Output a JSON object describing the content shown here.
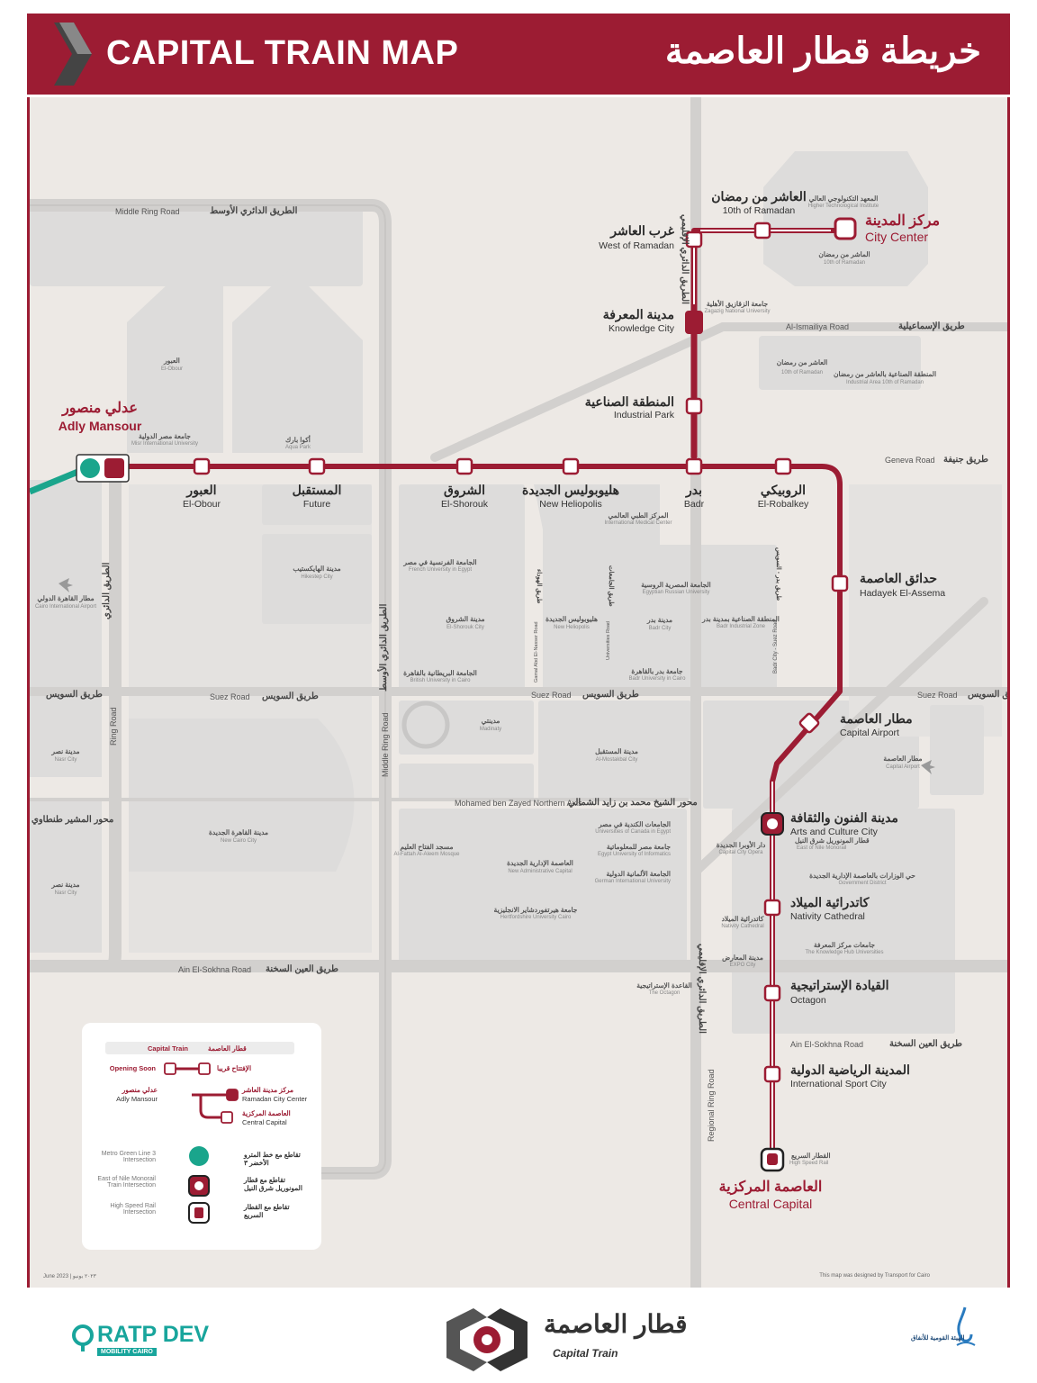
{
  "header": {
    "title_en": "CAPITAL TRAIN MAP",
    "title_ar": "خريطة قطار العاصمة"
  },
  "colors": {
    "brand": "#9c1c33",
    "metro_green": "#1aa58c",
    "road": "#d2d0ce",
    "block": "#dddcdb",
    "bg": "#ede9e5"
  },
  "stations": {
    "adly_mansour": {
      "ar": "عدلي منصور",
      "en": "Adly Mansour"
    },
    "obour": {
      "ar": "العبور",
      "en": "El-Obour"
    },
    "future": {
      "ar": "المستقبل",
      "en": "Future"
    },
    "shorouk": {
      "ar": "الشروق",
      "en": "El-Shorouk"
    },
    "new_heliopolis": {
      "ar": "هليوبوليس الجديدة",
      "en": "New Heliopolis"
    },
    "badr": {
      "ar": "بدر",
      "en": "Badr"
    },
    "robalkey": {
      "ar": "الروبيكي",
      "en": "El-Robalkey"
    },
    "hadayek": {
      "ar": "حدائق العاصمة",
      "en": "Hadayek El-Assema"
    },
    "airport": {
      "ar": "مطار العاصمة",
      "en": "Capital Airport"
    },
    "arts": {
      "ar": "مدينة الفنون والثقافة",
      "en": "Arts and Culture City"
    },
    "nativity": {
      "ar": "كاتدرائية الميلاد",
      "en": "Nativity Cathedral"
    },
    "octagon": {
      "ar": "القيادة الإستراتيجية",
      "en": "Octagon"
    },
    "sport": {
      "ar": "المدينة الرياضية الدولية",
      "en": "International Sport City"
    },
    "central": {
      "ar": "العاصمة المركزية",
      "en": "Central Capital"
    },
    "industrial": {
      "ar": "المنطقة الصناعية",
      "en": "Industrial Park"
    },
    "knowledge": {
      "ar": "مدينة المعرفة",
      "en": "Knowledge City"
    },
    "west_ramadan": {
      "ar": "غرب العاشر",
      "en": "West of Ramadan"
    },
    "tenth_ramadan": {
      "ar": "العاشر من رمضان",
      "en": "10th of Ramadan"
    },
    "city_center": {
      "ar": "مركز المدينة",
      "en": "City Center"
    }
  },
  "roads": {
    "middle_ring_en": "Middle Ring Road",
    "middle_ring_ar": "الطريق الدائري الأوسط",
    "middle_ring_v_en": "Middle Ring Road",
    "middle_ring_v_ar": "الطريق الدائري الأوسط",
    "ring_en": "Ring Road",
    "ring_ar": "الطريق الدائري",
    "regional_ring_en": "Regional Ring Road",
    "regional_ring_ar": "الطريق الدائري الإقليمي",
    "ismailiya_en": "Al-Ismailiya Road",
    "ismailiya_ar": "طريق الإسماعيلية",
    "geneva_en": "Geneva Road",
    "geneva_ar": "طريق جنيفة",
    "suez_en": "Suez Road",
    "suez_ar": "طريق السويس",
    "mbz_en": "Mohamed ben Zayed Northern Axis",
    "mbz_ar": "محور الشيخ محمد بن زايد الشمالي",
    "sokhna_en": "Ain El-Sokhna Road",
    "sokhna_ar": "طريق العين السخنة",
    "tantawy_ar": "محور المشير طنطاوي",
    "badr_suez_en": "Badr City - Suez Road",
    "badr_suez_ar": "طريق بدر - السويس",
    "north_90_en": "Gamal Abd El-Nasser Road",
    "north_90_ar": "طريق الهوداء",
    "universities_en": "Universities Road",
    "universities_ar": "طريق الجامعات"
  },
  "areas": [
    {
      "ar": "العبور",
      "en": "El-Obour"
    },
    {
      "ar": "مدينة الهايكستيب",
      "en": "Hikestep City"
    },
    {
      "ar": "مدينة الشروق",
      "en": "El-Shorouk City"
    },
    {
      "ar": "هليوبوليس الجديدة",
      "en": "New Heliopolis"
    },
    {
      "ar": "مدينة بدر",
      "en": "Badr City"
    },
    {
      "ar": "مدينتي",
      "en": "Madinaty"
    },
    {
      "ar": "مدينة المستقبل",
      "en": "Al-Mostakbal City"
    },
    {
      "ar": "العاصمة الإدارية الجديدة",
      "en": "New Administrative Capital"
    },
    {
      "ar": "مدينة القاهرة الجديدة",
      "en": "New Cairo City"
    },
    {
      "ar": "مدينة نصر",
      "en": "Nasr City"
    },
    {
      "ar": "مطار القاهرة الدولي",
      "en": "Cairo International Airport"
    },
    {
      "ar": "العاشر من رمضان",
      "en": "10th of Ramadan"
    },
    {
      "ar": "المنطقة الصناعية بالعاشر من رمضان",
      "en": "Industrial Area 10th of Ramadan"
    },
    {
      "ar": "الماشر من رمضان",
      "en": "10th of Ramadan"
    },
    {
      "ar": "مطار العاصمة",
      "en": "Capital Airport"
    },
    {
      "ar": "أكوا بارك",
      "en": "Aqua Park"
    },
    {
      "ar": "جامعة مصر الدولية",
      "en": "Misr International University"
    },
    {
      "ar": "المعهد التكنولوجي العالي",
      "en": "Higher Technological Institute"
    },
    {
      "ar": "جامعة الزقازيق الأهلية",
      "en": "Zagazig National University"
    },
    {
      "ar": "المركز الطبي العالمي",
      "en": "International Medical Center"
    },
    {
      "ar": "الجامعة الفرنسية في مصر",
      "en": "French University in Egypt"
    },
    {
      "ar": "الجامعة البريطانية بالقاهرة",
      "en": "British University in Cairo"
    },
    {
      "ar": "الجامعة المصرية الروسية",
      "en": "Egyptian Russian University"
    },
    {
      "ar": "المنطقة الصناعية بمدينة بدر",
      "en": "Badr Industrial Zone"
    },
    {
      "ar": "جامعة بدر بالقاهرة",
      "en": "Badr University in Cairo"
    },
    {
      "ar": "الجامعات الكندية في مصر",
      "en": "Universities of Canada in Egypt"
    },
    {
      "ar": "جامعة مصر للمعلوماتية",
      "en": "Egypt University of Informatics"
    },
    {
      "ar": "الجامعة الألمانية الدولية",
      "en": "German International University"
    },
    {
      "ar": "مسجد الفتاح العليم",
      "en": "Al-Fattah Al-Aleem Mosque"
    },
    {
      "ar": "جامعة هيرتفوردشاير الانجليزية",
      "en": "Hertfordshire University Cairo"
    },
    {
      "ar": "القاعدة الإستراتيجية",
      "en": "The Octagon"
    },
    {
      "ar": "دار الأوبرا الجديدة",
      "en": "Capital City Opera"
    },
    {
      "ar": "حي الوزارات بالعاصمة الإدارية الجديدة",
      "en": "Government District"
    },
    {
      "ar": "كاتدرائية الميلاد",
      "en": "Nativity Cathedral"
    },
    {
      "ar": "مدينة المعارض",
      "en": "EXPO City"
    },
    {
      "ar": "جامعات مركز المعرفة",
      "en": "The Knowledge Hub Universities"
    },
    {
      "ar": "القطار السريع",
      "en": "High Speed Rail"
    },
    {
      "ar": "قطار المونوريل شرق النيل",
      "en": "East of Nile Monorail"
    }
  ],
  "legend": {
    "title_en": "Capital Train",
    "title_ar": "قطار العاصمة",
    "opening_en": "Opening Soon",
    "opening_ar": "الإفتتاح قريبا",
    "adly_en": "Adly Mansour",
    "adly_ar": "عدلي منصور",
    "ramadan_en": "Ramadan City Center",
    "ramadan_ar": "مركز مدينة العاشر",
    "central_en": "Central Capital",
    "central_ar": "العاصمة المركزية",
    "metro_en": "Metro Green Line 3 Intersection",
    "metro_ar": "تقاطع مع خط المترو الأخضر ٣",
    "monorail_en": "East of Nile Monorail Train Intersection",
    "monorail_ar": "تقاطع مع قطار المونوريل شرق النيل",
    "hsr_en": "High Speed Rail Intersection",
    "hsr_ar": "تقاطع مع القطار السريع"
  },
  "footer": {
    "date": "June 2023 | ٢٠٢٣ يونيو",
    "credit": "This map was designed by Transport for Cairo",
    "ratp_name": "RATP DEV",
    "ratp_sub": "MOBILITY CAIRO",
    "logo_ar": "قطار العاصمة",
    "logo_en": "Capital Train",
    "nat_authority": "الهيئة القومية للأنفاق"
  }
}
